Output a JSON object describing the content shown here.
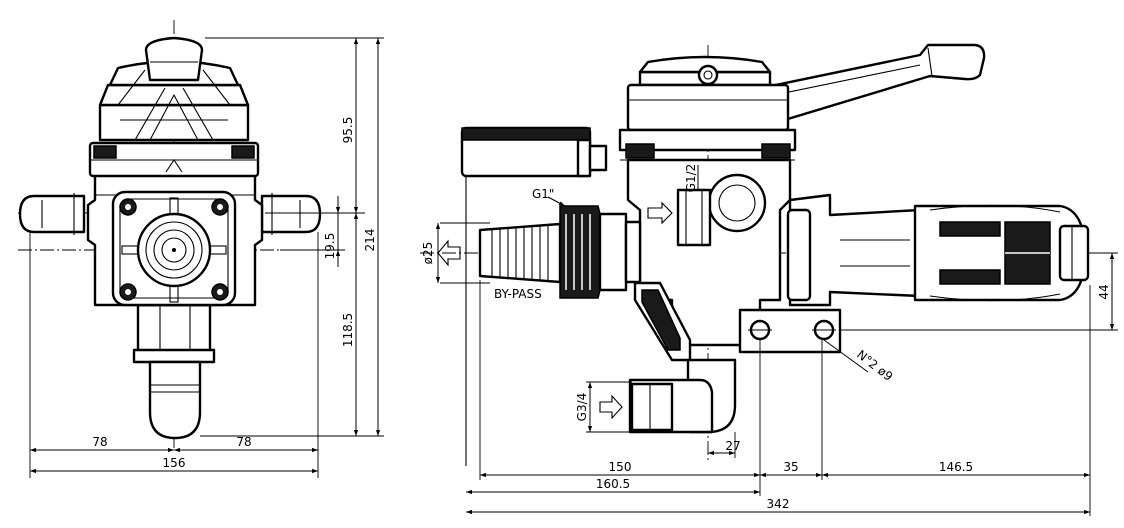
{
  "front_view": {
    "dim_top_height": "95.5",
    "dim_total_height": "214",
    "dim_inlet_offset": "19.5",
    "dim_bottom_height": "118.5",
    "dim_left_half": "78",
    "dim_right_half": "78",
    "dim_total_width": "156"
  },
  "side_view": {
    "label_inlet_thread": "G1\"",
    "label_outlet_thread": "G1/2",
    "label_bypass": "BY-PASS",
    "label_bypass_diameter": "ø25",
    "label_drain_thread": "G3/4",
    "label_mount_holes": "N°2 ø9",
    "dim_mount_height": "44",
    "dim_drain_offset": "27",
    "dim_150": "150",
    "dim_35": "35",
    "dim_146_5": "146.5",
    "dim_160_5": "160.5",
    "dim_342": "342"
  }
}
